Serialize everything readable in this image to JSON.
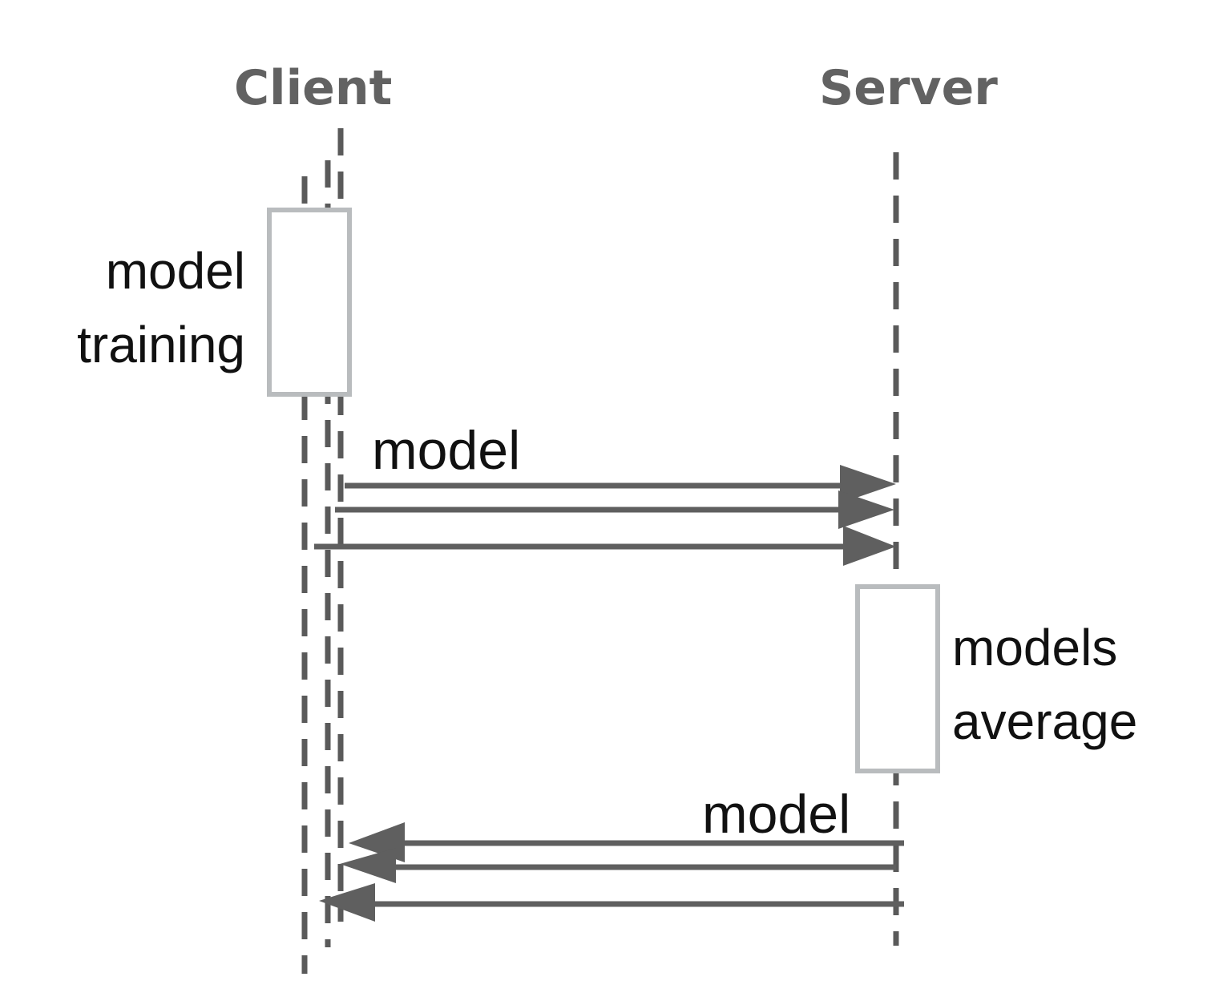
{
  "participants": {
    "client": "Client",
    "server": "Server"
  },
  "notes": {
    "client_line1": "model",
    "client_line2": "training",
    "server_line1": "models",
    "server_line2": "average"
  },
  "messages": {
    "to_server": "model",
    "to_client": "model"
  },
  "colors": {
    "lifeline": "#5a5a5a",
    "arrow": "#5f5f5f",
    "activation_border": "#b9bcbe",
    "text": "#111111",
    "participant_text": "#626262"
  }
}
